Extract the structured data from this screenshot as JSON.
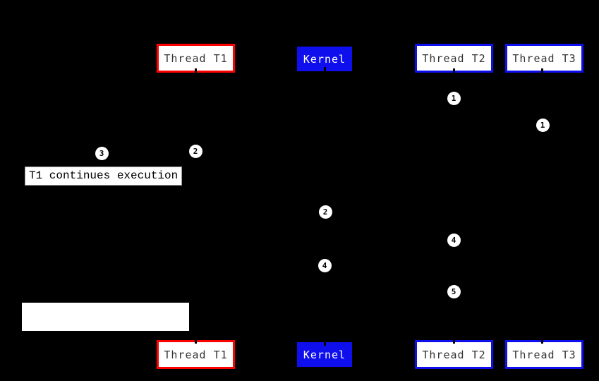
{
  "colors": {
    "background": "#000000",
    "red_accent": "#ff0000",
    "blue_accent": "#0f0fee",
    "box_fill": "#ffffff",
    "box_text": "#333333",
    "kernel_text": "#ffffff",
    "marker_fill": "#ffffff",
    "marker_text": "#000000",
    "annotation_border": "#999999"
  },
  "endpoints": {
    "top": [
      {
        "label": "Thread T1"
      },
      {
        "label": "Kernel"
      },
      {
        "label": "Thread T2"
      },
      {
        "label": "Thread T3"
      }
    ],
    "bottom": [
      {
        "label": "Thread T1"
      },
      {
        "label": "Kernel"
      },
      {
        "label": "Thread T2"
      },
      {
        "label": "Thread T3"
      }
    ]
  },
  "markers": [
    {
      "label": "1"
    },
    {
      "label": "1"
    },
    {
      "label": "3"
    },
    {
      "label": "2"
    },
    {
      "label": "2"
    },
    {
      "label": "4"
    },
    {
      "label": "4"
    },
    {
      "label": "5"
    }
  ],
  "annotation": {
    "text": "T1 continues execution"
  }
}
